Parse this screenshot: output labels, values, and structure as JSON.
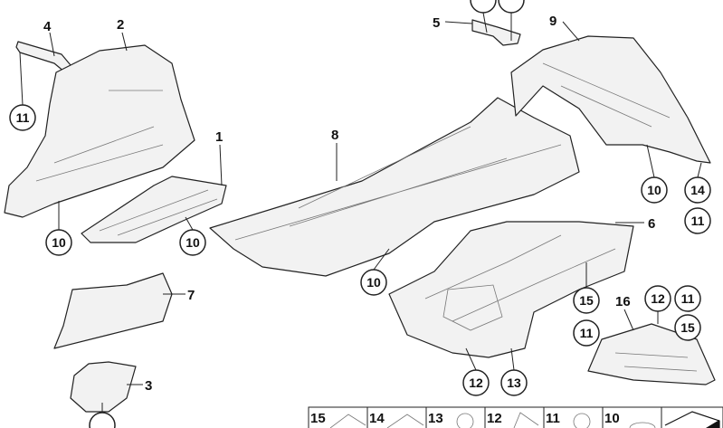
{
  "part_labels": {
    "p4": "4",
    "p2": "2",
    "p1": "1",
    "p8": "8",
    "p5": "5",
    "p9": "9",
    "p6": "6",
    "p7": "7",
    "p16": "16",
    "p3": "3"
  },
  "callouts": [
    "11",
    "10",
    "10",
    "10",
    "10",
    "14",
    "11",
    "15",
    "11",
    "12",
    "11",
    "15",
    "12",
    "13"
  ],
  "legend_cells": [
    "15",
    "14",
    "13",
    "12",
    "11",
    "10"
  ],
  "legend_icon": "document-arrow-icon"
}
